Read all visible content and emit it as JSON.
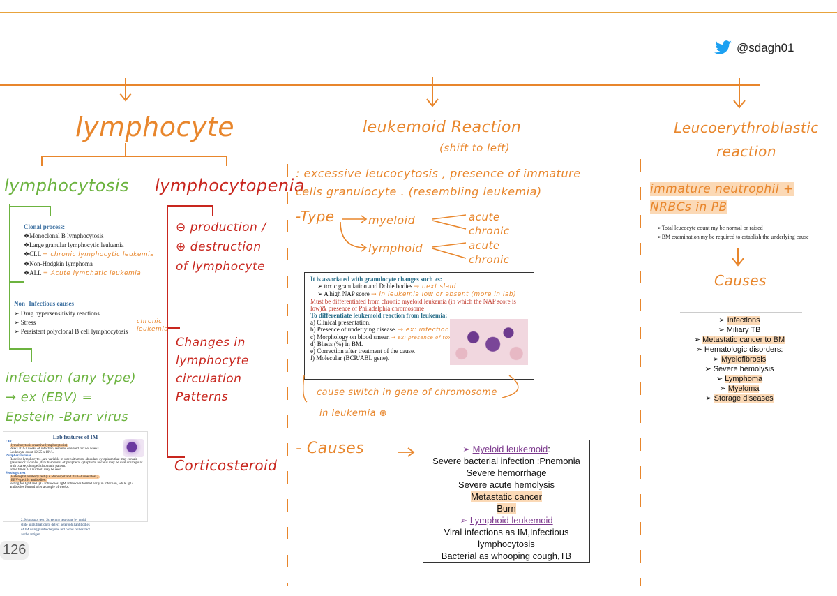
{
  "header": {
    "handle": "@sdagh01",
    "page_number": "126"
  },
  "lymphocyte": {
    "title": "lymphocyte",
    "lymphocytosis": {
      "title": "lymphocytosis",
      "clonal_title": "Clonal process:",
      "clonal_items": [
        "Monoclonal B lymphocytosis",
        "Large granular lymphocytic leukemia",
        "CLL",
        "Non-Hodgkin lymphoma",
        "ALL"
      ],
      "cll_note": "= chronic lymphocytic leukemia",
      "all_note": "= Acute lymphatic leukemia",
      "nonclonal_title": "Non -Infectious causes",
      "nonclonal_items": [
        "Drug hypersensitivity reactions",
        "Stress",
        "Persistent polyclonal B cell lymphocytosis"
      ],
      "nonclonal_note": "chronic leukemia",
      "infection_line1": "infection (any type)",
      "infection_line2": "→ ex (EBV) =",
      "infection_line3": "Epstein -Barr virus",
      "lab_title": "Lab features of IM",
      "lab_cbc": "CBC",
      "lab_lines": [
        "lymphocytosis (reactive lymphocytosis)",
        "Peaks at 2-3 weeks of infection, remains elevated for 2-8 weeks.",
        "Leukocyte count 12-25 x 10⁹/L."
      ],
      "lab_smear_title": "Peripheral smear",
      "lab_smear_lines": [
        "Reactive lymphocytes , are variable in size with more abundant cytoplasm that may contain granules or vacuoles ,dark basophilia of peripheral cytoplasm. nucleus may be oval or irregular with coarse, clumped chromatin pattern.",
        "some times 1-2 nucleoli may be seen."
      ],
      "lab_sero_title": "Serologic test",
      "lab_sero_lines": [
        "Heterophil antibody test (i.e Monospot and Paul-Bunnell test )",
        "EBV-specific antibodies:",
        "testing for IgM and IgG antibodies. IgM antibodies formed early in infection, while IgG antibodies formed after a couple of weeks."
      ],
      "lab_footer": "2. Monospot test: Screening test done by rapid slide agglutination to detect heterophil antibodies of IM using purified equine red blood cell extract as the antigen."
    },
    "lymphocytopenia": {
      "title": "lymphocytopenia",
      "cause1_line1": "⊖ production /",
      "cause1_line2": "⊕ destruction",
      "cause1_line3": "of lymphocyte",
      "cause2_line1": "Changes in",
      "cause2_line2": "lymphocyte",
      "cause2_line3": "circulation",
      "cause2_line4": "Patterns",
      "cause3": "Corticosteroid"
    }
  },
  "leukemoid": {
    "title": "leukemoid Reaction",
    "subtitle": "(shift to left)",
    "def_line1": ": excessive leucocytosis , presence of immature",
    "def_line2": "cells granulocyte . (resembling leukemia)",
    "type_label": "-Type",
    "myeloid": "myeloid",
    "lymphoid": "lymphoid",
    "acute": "acute",
    "chronic": "chronic",
    "box_title": "It is associated with  granulocyte changes such as:",
    "box_item1": "toxic granulation and Dohle bodies",
    "box_item1_note": "→ next slaid",
    "box_item2": "A high NAP score",
    "box_item2_note": "→ in leukemia low or absent (more in lab)",
    "box_diff_text": "Must be differentiated  from chronic myeloid leukemia (in which the NAP score is low)& presence of Philadelphia chromosome",
    "box_diff_title": "To differentiate leukemoid reaction from leukemia:",
    "box_diff_items": [
      "Clinical presentation.",
      "Presence of underlying disease.",
      "Morphology on blood smear.",
      "Blasts (%) in BM.",
      "Correction after treatment of the cause.",
      "Molecular (BCR/ABL gene)."
    ],
    "diff_letters": [
      "a)",
      "b)",
      "c)",
      "d)",
      "e)",
      "f)"
    ],
    "note_infection": "→ ex: infection",
    "note_presence": "→ ex: presence of toxic granulation",
    "note_switch": "cause switch in gene of chromosome",
    "note_in_leukemia": "in leukemia ⊕",
    "causes_label": "- Causes",
    "causes_box": {
      "myeloid_title": "Myeloid leukemoid",
      "myeloid_items": [
        "Severe bacterial infection :Pnemonia",
        "Severe hemorrhage",
        "Severe acute hemolysis",
        "Metastatic cancer",
        "Burn"
      ],
      "lymphoid_title": "Lymphoid leukemoid",
      "lymphoid_items": [
        "Viral infections as IM,Infectious lymphocytosis",
        "Bacterial as whooping cough,TB"
      ]
    }
  },
  "leucoerythroblastic": {
    "title_line1": "Leucoerythroblastic",
    "title_line2": "reaction",
    "def_line1": "immature neutrophil +",
    "def_line2": "NRBCs in PB",
    "notes": [
      "Total leucocyte count my be normal or raised",
      "BM examination my be required to establish the underlying cause"
    ],
    "causes_label": "Causes",
    "causes": [
      "Infections",
      "Miliary TB",
      "Metastatic cancer to BM",
      "Hematologic disorders:",
      "Myelofibrosis",
      "Severe hemolysis",
      "Lymphoma",
      "Myeloma",
      "Storage diseases"
    ]
  },
  "colors": {
    "orange": "#e8862c",
    "green": "#6cb33f",
    "red": "#c8261e",
    "twitter": "#1da1f2"
  }
}
